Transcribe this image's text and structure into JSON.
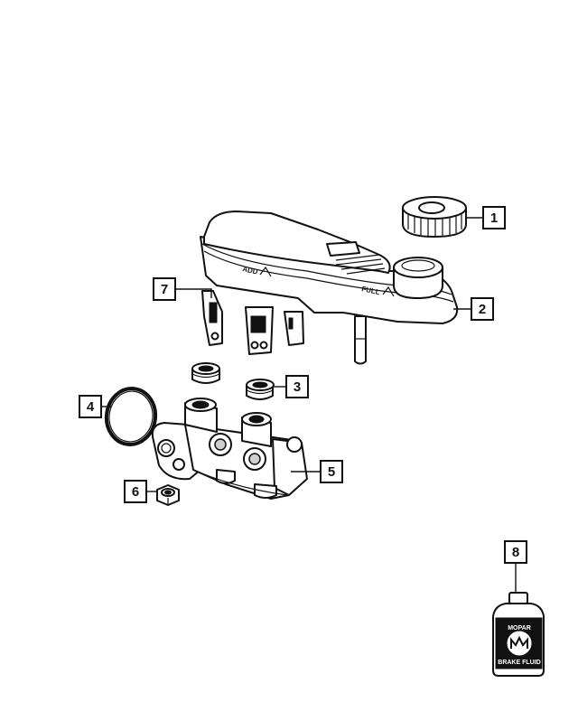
{
  "diagram": {
    "callouts": [
      {
        "id": "1",
        "text": "1"
      },
      {
        "id": "2",
        "text": "2"
      },
      {
        "id": "3",
        "text": "3"
      },
      {
        "id": "4",
        "text": "4"
      },
      {
        "id": "5",
        "text": "5"
      },
      {
        "id": "6",
        "text": "6"
      },
      {
        "id": "7",
        "text": "7"
      },
      {
        "id": "8",
        "text": "8"
      }
    ],
    "reservoir_markings": {
      "add": "ADD",
      "full": "FULL"
    },
    "bottle_label": {
      "brand": "MOPAR",
      "product": "BRAKE FLUID"
    },
    "colors": {
      "line": "#111111",
      "background": "#ffffff"
    }
  }
}
